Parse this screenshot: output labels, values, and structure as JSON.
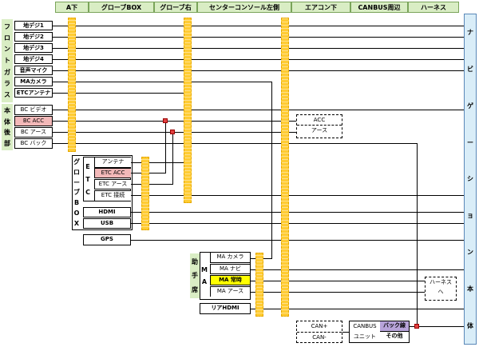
{
  "headers": [
    "A下",
    "グローブBOX",
    "グローブ右",
    "センターコンソール左側",
    "エアコン下",
    "CANBUS周辺",
    "ハーネス"
  ],
  "groups": {
    "front_glass": [
      "フ",
      "ロ",
      "ン",
      "ト",
      "ガ",
      "ラ",
      "ス"
    ],
    "body_rear": [
      "本",
      "体",
      "後",
      "部"
    ],
    "glove_box": [
      "グ",
      "ロ",
      "ー",
      "ブ",
      "B",
      "O",
      "X"
    ],
    "etc": [
      "E",
      "T",
      "C"
    ],
    "ma": [
      "M",
      "A"
    ],
    "passenger": [
      "助",
      "手",
      "席"
    ],
    "navi": [
      "ナ",
      "ビ",
      "ゲ",
      "ー",
      "シ",
      "ョ",
      "ン",
      "本",
      "体"
    ]
  },
  "front_items": [
    "地デジ1",
    "地デジ2",
    "地デジ3",
    "地デジ4",
    "音声マイク",
    "MAカメラ",
    "ETCアンテナ"
  ],
  "body_items": [
    "BC ビデオ",
    "BC ACC",
    "BC アース",
    "BC バック"
  ],
  "etc_items": [
    "アンテナ",
    "ETC ACC",
    "ETC アース",
    "ETC 接続"
  ],
  "glove_items": [
    "HDMI",
    "USB"
  ],
  "gps": "GPS",
  "ma_items": [
    "MA カメラ",
    "MA ナビ",
    "MA 常時",
    "MA アース"
  ],
  "rear_hdmi": "リアHDMI",
  "acc_group": [
    "ACC",
    "アース"
  ],
  "harness_to": [
    "ハーネス",
    "へ"
  ],
  "can_items": [
    "CAN+",
    "CAN-"
  ],
  "canbus_unit": [
    "CANBUS",
    "ユニット"
  ],
  "canbus_right": [
    "バック線",
    "その他"
  ],
  "colors": {
    "header_bg": "#d9edc4",
    "navi_bg": "#d9edf8",
    "highlight_pink": "#f2b8b8",
    "highlight_yellow": "#ffff00",
    "highlight_purple": "#b7a3d9",
    "yellow_bar": "#ffcc33",
    "connector": "#e04040"
  }
}
